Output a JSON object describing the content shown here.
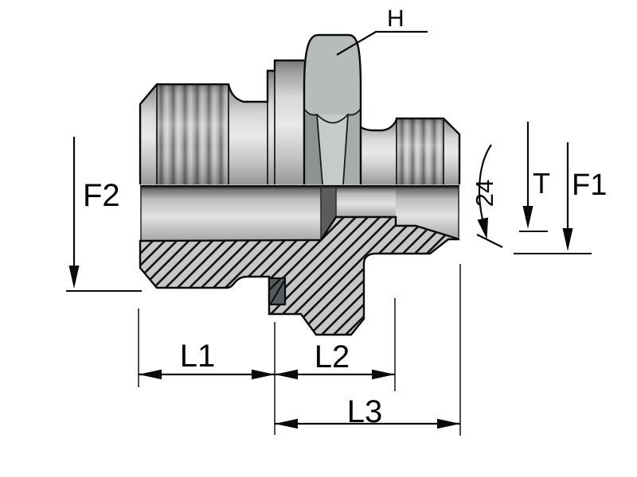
{
  "drawing": {
    "labels": {
      "hex": "H",
      "left_thread": "F2",
      "cone_angle": "24",
      "seat_depth": "T",
      "right_thread": "F1",
      "length1": "L1",
      "length2": "L2",
      "length3": "L3"
    },
    "colors": {
      "background": "#ffffff",
      "outline": "#0a0a0a",
      "label_text": "#05070d",
      "metal_light": "#e9e9e9",
      "metal_mid": "#b7bbbb",
      "metal_dark": "#767676",
      "section_fill": "#c7c7c7",
      "seal_fill": "#565a5c"
    }
  }
}
